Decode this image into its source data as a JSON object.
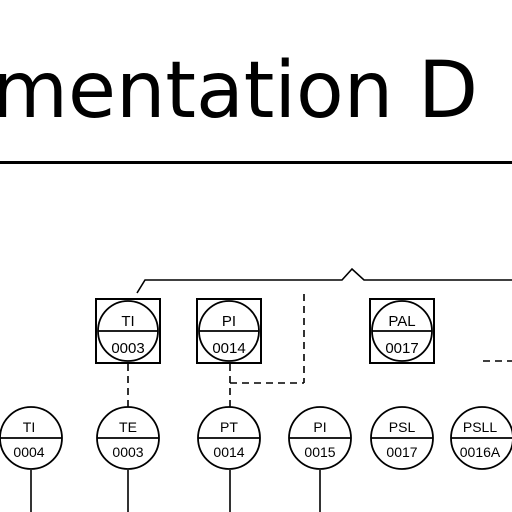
{
  "title": "mentation D",
  "shared_instruments": [
    {
      "function": "TI",
      "number": "0003"
    },
    {
      "function": "PI",
      "number": "0014"
    },
    {
      "function": "PAL",
      "number": "0017"
    }
  ],
  "field_instruments": [
    {
      "function": "TI",
      "number": "0004"
    },
    {
      "function": "TE",
      "number": "0003"
    },
    {
      "function": "PT",
      "number": "0014"
    },
    {
      "function": "PI",
      "number": "0015"
    },
    {
      "function": "PSL",
      "number": "0017"
    },
    {
      "function": "PSLL",
      "number": "0016A"
    }
  ]
}
